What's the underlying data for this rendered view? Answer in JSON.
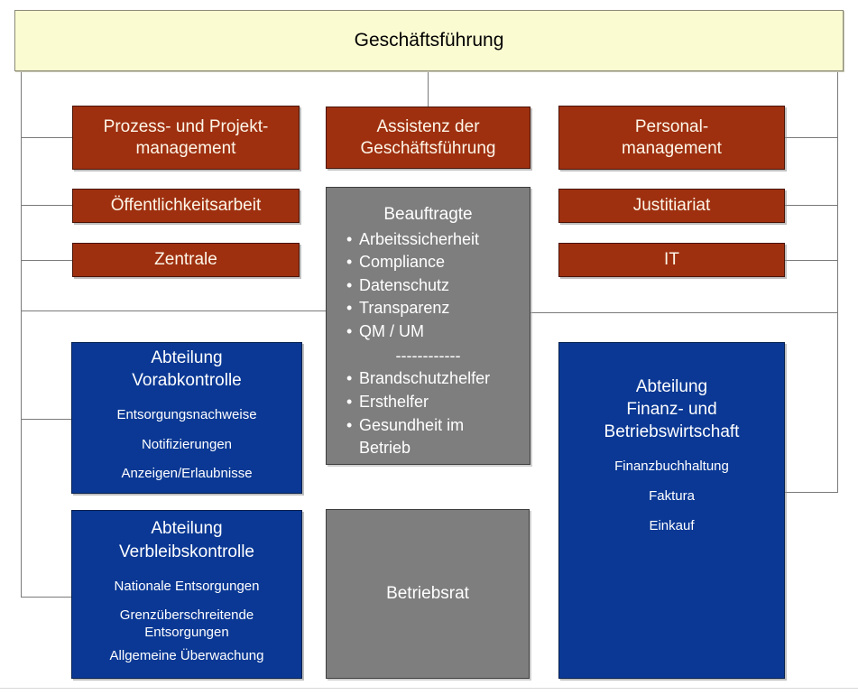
{
  "chart_title": "Geschäftsführung",
  "colors": {
    "top_box": "#fbfbd2",
    "staff_box": "#9e3010",
    "department_box": "#0a3894",
    "neutral_box": "#7e7e7e",
    "connector": "#7a7a7a"
  },
  "top": {
    "label": "Geschäftsführung"
  },
  "staff_units": {
    "left": [
      {
        "line1": "Prozess- und Projekt-",
        "line2": "management"
      },
      {
        "line1": "Öffentlichkeitsarbeit",
        "line2": ""
      },
      {
        "line1": "Zentrale",
        "line2": ""
      }
    ],
    "center": [
      {
        "line1": "Assistenz der",
        "line2": "Geschäftsführung"
      }
    ],
    "right": [
      {
        "line1": "Personal-",
        "line2": "management"
      },
      {
        "line1": "Justitiariat",
        "line2": ""
      },
      {
        "line1": "IT",
        "line2": ""
      }
    ]
  },
  "beauftragte": {
    "title": "Beauftragte",
    "group_one": [
      "Arbeitssicherheit",
      "Compliance",
      "Datenschutz",
      "Transparenz",
      "QM / UM"
    ],
    "separator": "------------",
    "group_two": [
      "Brandschutzhelfer",
      "Ersthelfer",
      "Gesundheit im"
    ],
    "group_two_wrap": "Betrieb"
  },
  "departments": [
    {
      "title_line1": "Abteilung",
      "title_line2": "Vorabkontrolle",
      "title_line3": "",
      "tasks": [
        "Entsorgungsnachweise",
        "Notifizierungen",
        "Anzeigen/Erlaubnisse"
      ]
    },
    {
      "title_line1": "Abteilung",
      "title_line2": "Verbleibskontrolle",
      "title_line3": "",
      "tasks": [
        "Nationale Entsorgungen",
        "Grenzüberschreitende",
        "Entsorgungen",
        "Allgemeine Überwachung"
      ]
    },
    {
      "title_line1": "Abteilung",
      "title_line2": "Finanz- und",
      "title_line3": "Betriebswirtschaft",
      "tasks": [
        "Finanzbuchhaltung",
        "Faktura",
        "Einkauf"
      ]
    }
  ],
  "betriebsrat": {
    "label": "Betriebsrat"
  }
}
